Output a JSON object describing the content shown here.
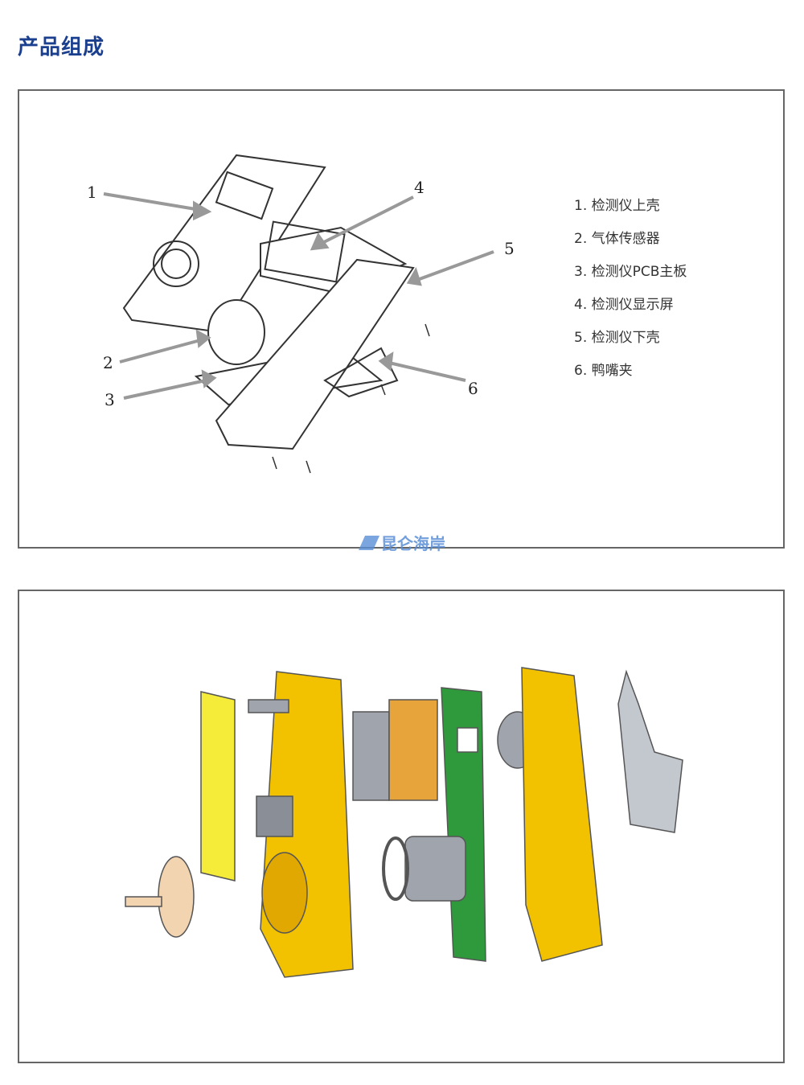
{
  "title": "产品组成",
  "exploded_view": {
    "callouts": [
      "1",
      "2",
      "3",
      "4",
      "5",
      "6"
    ],
    "legend": [
      "1. 检测仪上壳",
      "2. 气体传感器",
      "3. 检测仪PCB主板",
      "4. 检测仪显示屏",
      "5. 检测仪下壳",
      "6. 鸭嘴夹"
    ]
  },
  "watermark": "昆仑海岸",
  "colors": {
    "title": "#1b3f8f",
    "housing": "#f2c200",
    "pcb": "#2e9a3c",
    "clip": "#9aa0aa"
  }
}
